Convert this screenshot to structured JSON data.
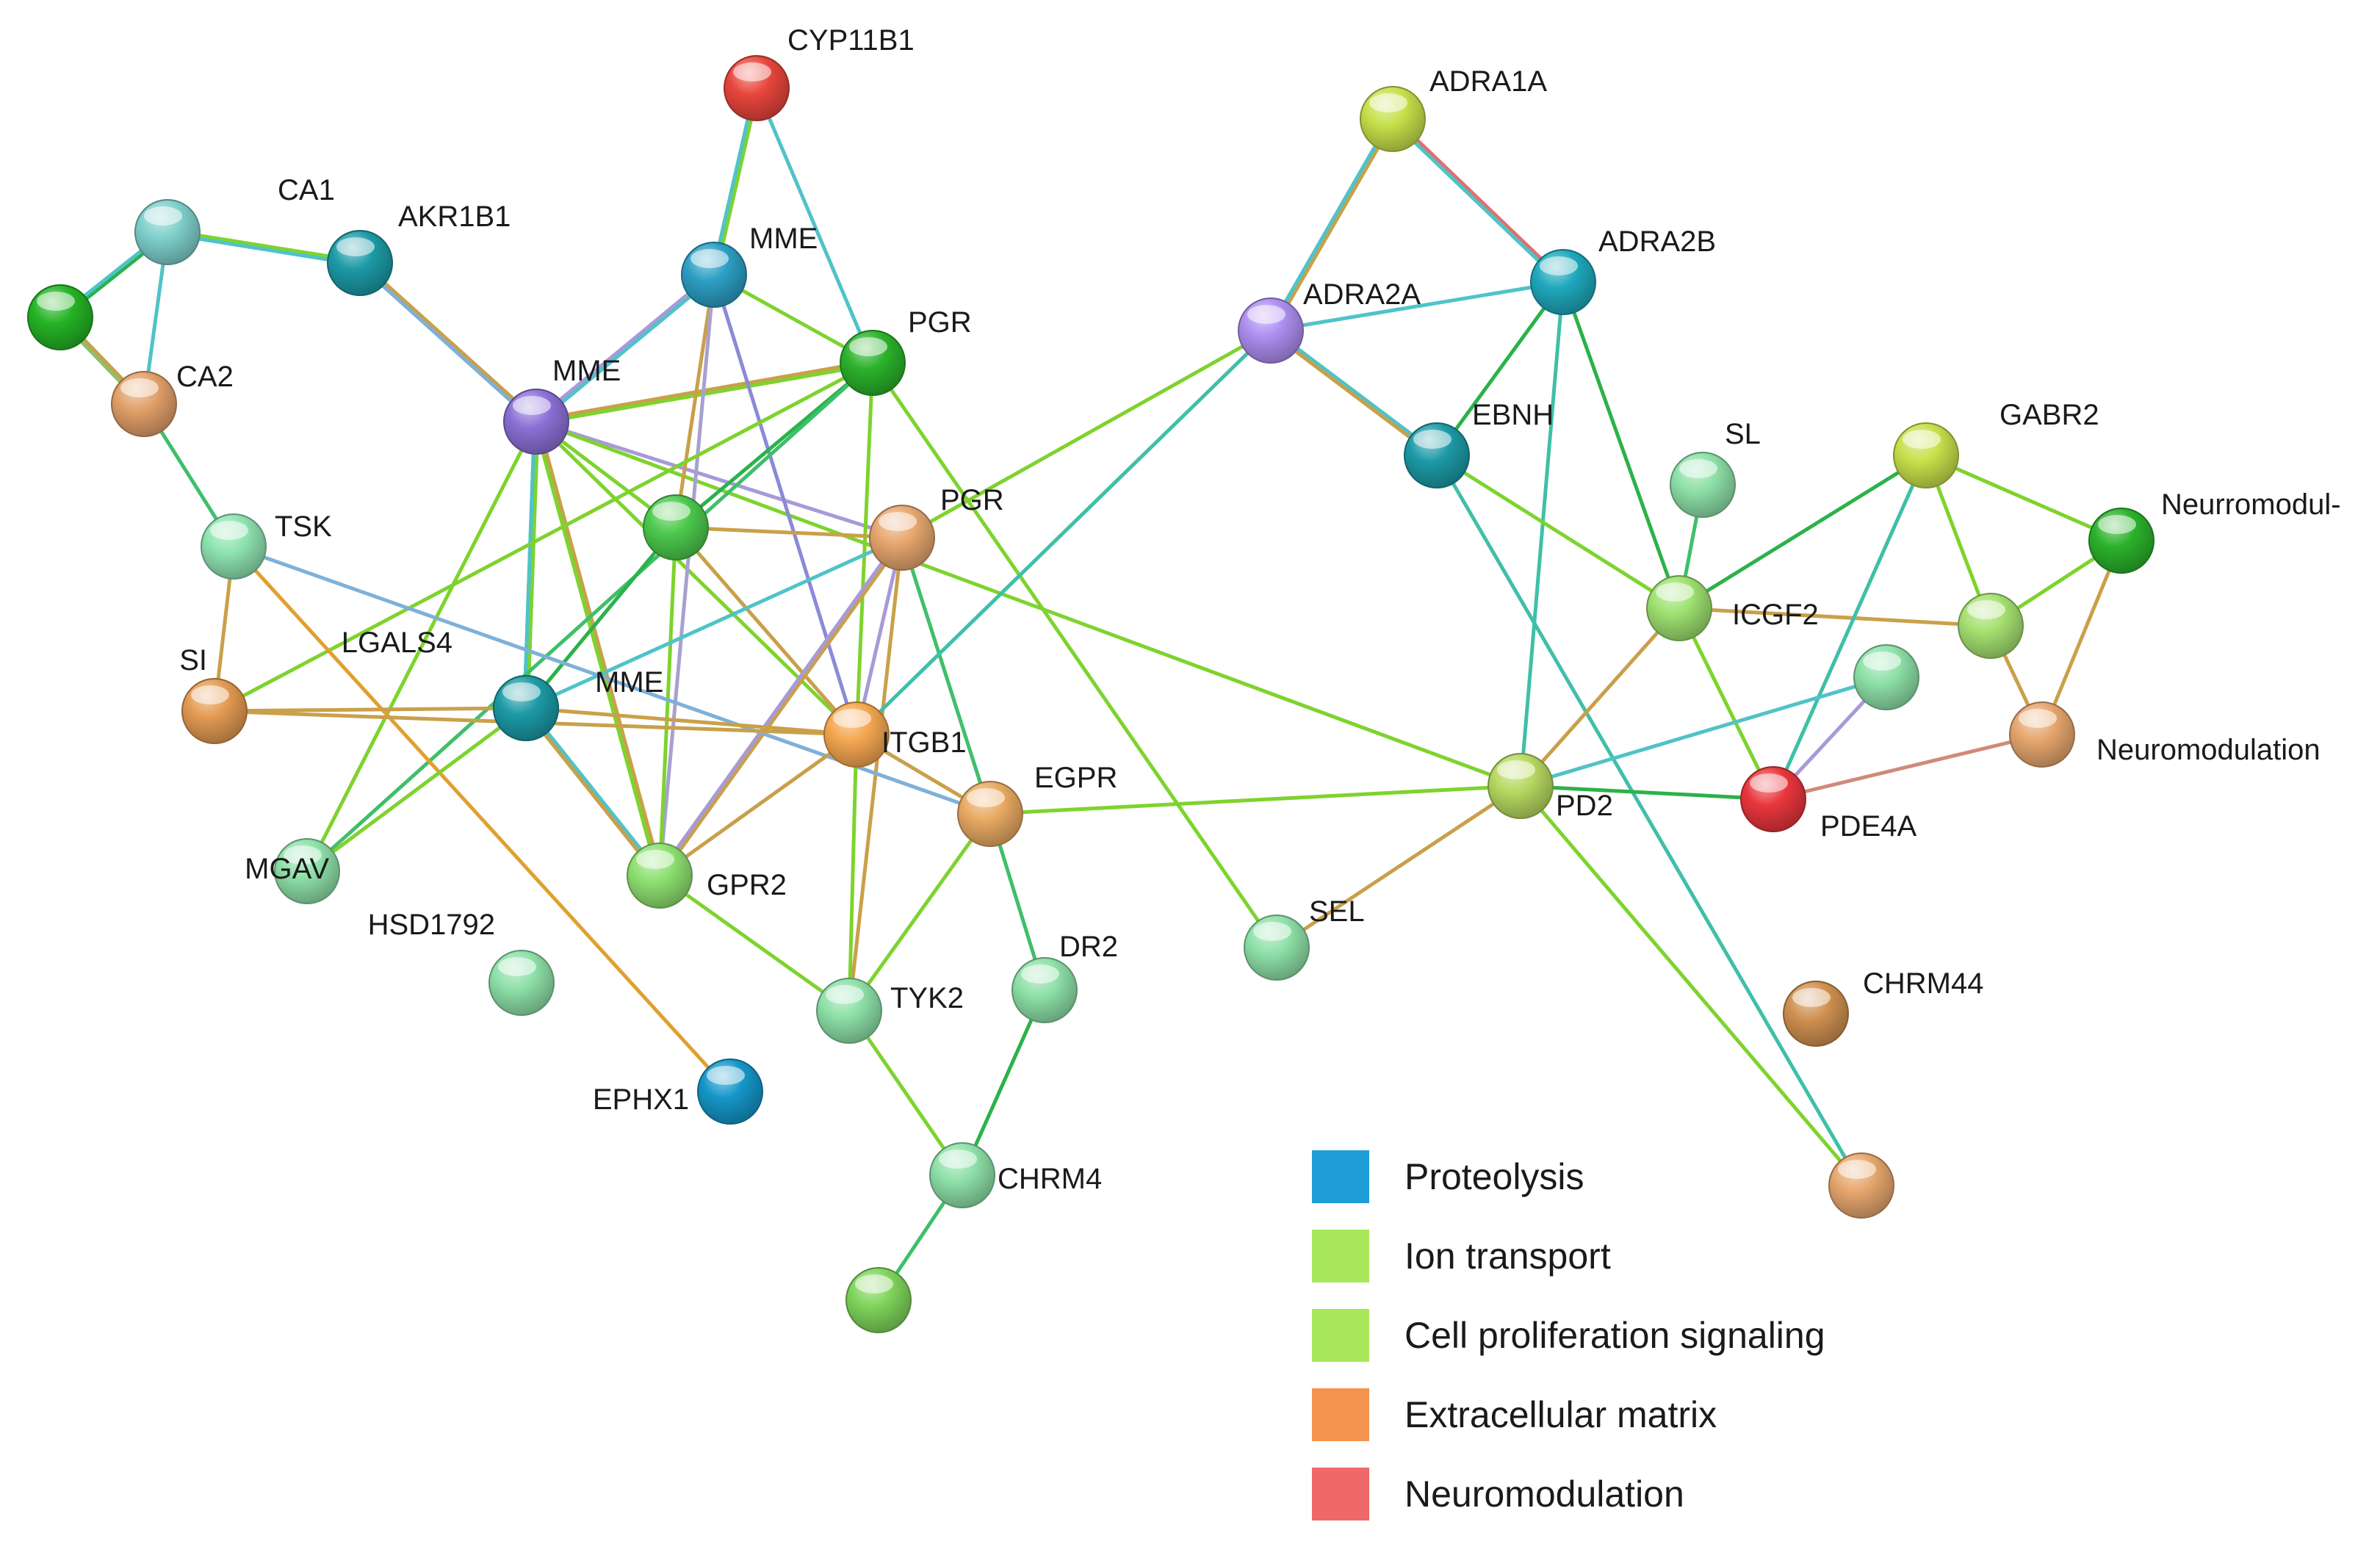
{
  "nodes": [
    {
      "id": "n_cyp11b1",
      "label": "CYP11B1",
      "color": "#e8463c"
    },
    {
      "id": "n_ca1",
      "label": "CA1",
      "color": "#7fd0cb"
    },
    {
      "id": "n_akr1b1",
      "label": "AKR1B1",
      "color": "#1c9aa6"
    },
    {
      "id": "n_green_left",
      "label": "",
      "color": "#24b324"
    },
    {
      "id": "n_ca2",
      "label": "CA2",
      "color": "#e2a06a"
    },
    {
      "id": "n_mme_top",
      "label": "MME",
      "color": "#2c9fc4"
    },
    {
      "id": "n_pgr_top",
      "label": "PGR",
      "color": "#2bb22b"
    },
    {
      "id": "n_mme_purple",
      "label": "MME",
      "color": "#8c70d6"
    },
    {
      "id": "n_tsk",
      "label": "TSK",
      "color": "#8ee3b0"
    },
    {
      "id": "n_center_green",
      "label": "",
      "color": "#4cc94c"
    },
    {
      "id": "n_pgr_orange",
      "label": "PGR",
      "color": "#e6a66e"
    },
    {
      "id": "n_si",
      "label": "SI",
      "color": "#e39a52"
    },
    {
      "id": "n_lgals4",
      "label": "LGALS4",
      "color": "#1c9aa6"
    },
    {
      "id": "n_mme_low",
      "label": "MME",
      "color": "#1c9aa6"
    },
    {
      "id": "n_itgb1",
      "label": "ITGB1",
      "color": "#f4a750"
    },
    {
      "id": "n_egpr",
      "label": "EGPR",
      "color": "#e8aa62"
    },
    {
      "id": "n_mgav",
      "label": "MGAV",
      "color": "#8ee0a8"
    },
    {
      "id": "n_gpr2",
      "label": "GPR2",
      "color": "#8ee070"
    },
    {
      "id": "n_hsd1792",
      "label": "HSD1792",
      "color": "#8ee0a8"
    },
    {
      "id": "n_tyk2",
      "label": "TYK2",
      "color": "#8ee0a8"
    },
    {
      "id": "n_dr2",
      "label": "DR2",
      "color": "#8ee0a8"
    },
    {
      "id": "n_ephx1",
      "label": "EPHX1",
      "color": "#1596c8"
    },
    {
      "id": "n_chrm4",
      "label": "CHRM4",
      "color": "#8ee0a8"
    },
    {
      "id": "n_bottom_green",
      "label": "",
      "color": "#7fd45c"
    },
    {
      "id": "n_adra1a",
      "label": "ADRA1A",
      "color": "#c6e04a"
    },
    {
      "id": "n_adra2a",
      "label": "ADRA2A",
      "color": "#ad8ef0"
    },
    {
      "id": "n_adra2b",
      "label": "ADRA2B",
      "color": "#1ea8bc"
    },
    {
      "id": "n_ebnh",
      "label": "EBNH",
      "color": "#1c9aa6"
    },
    {
      "id": "n_sl",
      "label": "SL",
      "color": "#8ee0a8"
    },
    {
      "id": "n_gabr2",
      "label": "GABR2",
      "color": "#c6e04a"
    },
    {
      "id": "n_neuromodul",
      "label": "Neurromodul-",
      "color": "#2bb22b"
    },
    {
      "id": "n_icgf2",
      "label": "ICGF2",
      "color": "#9de070"
    },
    {
      "id": "n_right_green",
      "label": "",
      "color": "#a5e070"
    },
    {
      "id": "n_small_green",
      "label": "",
      "color": "#8ee0a8"
    },
    {
      "id": "n_neuromodulation",
      "label": "Neuromodulation",
      "color": "#e6a66e"
    },
    {
      "id": "n_pd2",
      "label": "PD2",
      "color": "#b6d860"
    },
    {
      "id": "n_pde4a",
      "label": "PDE4A",
      "color": "#e8363c"
    },
    {
      "id": "n_sel",
      "label": "SEL",
      "color": "#8ee0a8"
    },
    {
      "id": "n_chrm44",
      "label": "CHRM44",
      "color": "#cf9050"
    },
    {
      "id": "n_bottom_orange",
      "label": "",
      "color": "#e6a66e"
    }
  ],
  "edges": [
    [
      "n_cyp11b1",
      "n_mme_top",
      [
        "#7ed32e",
        "#4fc3c8"
      ]
    ],
    [
      "n_cyp11b1",
      "n_pgr_top",
      [
        "#4fc3c8"
      ]
    ],
    [
      "n_ca1",
      "n_akr1b1",
      [
        "#7ed32e",
        "#4fc3c8"
      ]
    ],
    [
      "n_ca1",
      "n_green_left",
      [
        "#2bb24a",
        "#4fc3c8"
      ]
    ],
    [
      "n_ca1",
      "n_ca2",
      [
        "#4fc3c8"
      ]
    ],
    [
      "n_green_left",
      "n_ca2",
      [
        "#c9a04a",
        "#8fbf6a"
      ]
    ],
    [
      "n_ca2",
      "n_tsk",
      [
        "#3fbf6a"
      ]
    ],
    [
      "n_akr1b1",
      "n_mme_purple",
      [
        "#c9a04a",
        "#7fb0d8"
      ]
    ],
    [
      "n_mme_purple",
      "n_mme_top",
      [
        "#a89ad8",
        "#4fc3c8"
      ]
    ],
    [
      "n_mme_purple",
      "n_pgr_top",
      [
        "#c9a04a",
        "#7ed32e"
      ]
    ],
    [
      "n_mme_purple",
      "n_center_green",
      [
        "#7ed32e"
      ]
    ],
    [
      "n_mme_purple",
      "n_pgr_orange",
      [
        "#a89ad8"
      ]
    ],
    [
      "n_mme_purple",
      "n_mme_low",
      [
        "#4fc3c8",
        "#3fbf6a"
      ]
    ],
    [
      "n_mme_purple",
      "n_lgals4",
      [
        "#7ed32e",
        "#4fc3c8"
      ]
    ],
    [
      "n_mme_purple",
      "n_mgav",
      [
        "#7ed32e"
      ]
    ],
    [
      "n_mme_purple",
      "n_gpr2",
      [
        "#c9a04a",
        "#7ed32e"
      ]
    ],
    [
      "n_mme_purple",
      "n_itgb1",
      [
        "#7ed32e"
      ]
    ],
    [
      "n_mme_purple",
      "n_pd2",
      [
        "#7ed32e"
      ]
    ],
    [
      "n_mme_top",
      "n_pgr_top",
      [
        "#7ed32e"
      ]
    ],
    [
      "n_mme_top",
      "n_center_green",
      [
        "#c9a04a"
      ]
    ],
    [
      "n_mme_top",
      "n_itgb1",
      [
        "#8a8ad8"
      ]
    ],
    [
      "n_mme_top",
      "n_gpr2",
      [
        "#a8a0d0"
      ]
    ],
    [
      "n_pgr_top",
      "n_center_green",
      [
        "#2bb24a"
      ]
    ],
    [
      "n_pgr_top",
      "n_itgb1",
      [
        "#7ed32e"
      ]
    ],
    [
      "n_pgr_top",
      "n_mgav",
      [
        "#3fbf6a"
      ]
    ],
    [
      "n_pgr_top",
      "n_si",
      [
        "#7ed32e"
      ]
    ],
    [
      "n_pgr_top",
      "n_sel",
      [
        "#7ed32e"
      ]
    ],
    [
      "n_center_green",
      "n_pgr_orange",
      [
        "#c9a04a"
      ]
    ],
    [
      "n_center_green",
      "n_mme_low",
      [
        "#2bb24a"
      ]
    ],
    [
      "n_center_green",
      "n_gpr2",
      [
        "#7ed32e"
      ]
    ],
    [
      "n_center_green",
      "n_itgb1",
      [
        "#c9a04a"
      ]
    ],
    [
      "n_pgr_orange",
      "n_itgb1",
      [
        "#a89ad8"
      ]
    ],
    [
      "n_pgr_orange",
      "n_gpr2",
      [
        "#c9a04a",
        "#a89ad8"
      ]
    ],
    [
      "n_pgr_orange",
      "n_egpr",
      [
        "#3fbf6a"
      ]
    ],
    [
      "n_pgr_orange",
      "n_tyk2",
      [
        "#c9a04a"
      ]
    ],
    [
      "n_tsk",
      "n_si",
      [
        "#c9a04a"
      ]
    ],
    [
      "n_tsk",
      "n_ephx1",
      [
        "#e0a030"
      ]
    ],
    [
      "n_tsk",
      "n_egpr",
      [
        "#7fb0d8"
      ]
    ],
    [
      "n_si",
      "n_mme_low",
      [
        "#c9a04a"
      ]
    ],
    [
      "n_si",
      "n_itgb1",
      [
        "#c9a04a"
      ]
    ],
    [
      "n_mme_low",
      "n_gpr2",
      [
        "#4fc3c8",
        "#c9a04a"
      ]
    ],
    [
      "n_mme_low",
      "n_mgav",
      [
        "#7ed32e"
      ]
    ],
    [
      "n_mme_low",
      "n_itgb1",
      [
        "#c9a04a"
      ]
    ],
    [
      "n_itgb1",
      "n_gpr2",
      [
        "#c9a04a"
      ]
    ],
    [
      "n_itgb1",
      "n_egpr",
      [
        "#c9a04a"
      ]
    ],
    [
      "n_itgb1",
      "n_tyk2",
      [
        "#7ed32e"
      ]
    ],
    [
      "n_itgb1",
      "n_adra2a",
      [
        "#3fbfa8"
      ]
    ],
    [
      "n_egpr",
      "n_tyk2",
      [
        "#7ed32e"
      ]
    ],
    [
      "n_egpr",
      "n_dr2",
      [
        "#3fbf6a"
      ]
    ],
    [
      "n_egpr",
      "n_pd2",
      [
        "#7ed32e"
      ]
    ],
    [
      "n_gpr2",
      "n_tyk2",
      [
        "#7ed32e"
      ]
    ],
    [
      "n_tyk2",
      "n_chrm4",
      [
        "#7ed32e"
      ]
    ],
    [
      "n_dr2",
      "n_chrm4",
      [
        "#2bb24a"
      ]
    ],
    [
      "n_chrm4",
      "n_bottom_green",
      [
        "#3fbf6a"
      ]
    ],
    [
      "n_lgals4",
      "n_pgr_orange",
      [
        "#4fc3c8"
      ]
    ],
    [
      "n_pgr_orange",
      "n_adra2a",
      [
        "#7ed32e"
      ]
    ],
    [
      "n_adra1a",
      "n_adra2a",
      [
        "#c9a04a",
        "#4fc3c8"
      ]
    ],
    [
      "n_adra1a",
      "n_adra2b",
      [
        "#e07070",
        "#4fc3c8"
      ]
    ],
    [
      "n_adra2a",
      "n_adra2b",
      [
        "#4fc3c8"
      ]
    ],
    [
      "n_adra2a",
      "n_ebnh",
      [
        "#4fc3c8",
        "#c9a04a"
      ]
    ],
    [
      "n_adra2b",
      "n_ebnh",
      [
        "#2bb24a"
      ]
    ],
    [
      "n_adra2b",
      "n_pd2",
      [
        "#3fbfa8"
      ]
    ],
    [
      "n_adra2b",
      "n_icgf2",
      [
        "#2bb24a"
      ]
    ],
    [
      "n_ebnh",
      "n_icgf2",
      [
        "#7ed32e"
      ]
    ],
    [
      "n_ebnh",
      "n_bottom_orange",
      [
        "#3fbfa8"
      ]
    ],
    [
      "n_sl",
      "n_icgf2",
      [
        "#3fbf6a"
      ]
    ],
    [
      "n_icgf2",
      "n_pd2",
      [
        "#c9a04a"
      ]
    ],
    [
      "n_icgf2",
      "n_gabr2",
      [
        "#2bb24a"
      ]
    ],
    [
      "n_icgf2",
      "n_right_green",
      [
        "#c9a04a"
      ]
    ],
    [
      "n_icgf2",
      "n_pde4a",
      [
        "#7ed32e"
      ]
    ],
    [
      "n_gabr2",
      "n_neuromodul",
      [
        "#7ed32e"
      ]
    ],
    [
      "n_gabr2",
      "n_right_green",
      [
        "#7ed32e"
      ]
    ],
    [
      "n_gabr2",
      "n_pde4a",
      [
        "#3fbfa8"
      ]
    ],
    [
      "n_neuromodul",
      "n_right_green",
      [
        "#7ed32e"
      ]
    ],
    [
      "n_neuromodul",
      "n_neuromodulation",
      [
        "#c9a04a"
      ]
    ],
    [
      "n_right_green",
      "n_neuromodulation",
      [
        "#c9a04a"
      ]
    ],
    [
      "n_small_green",
      "n_pde4a",
      [
        "#a89ad8"
      ]
    ],
    [
      "n_pd2",
      "n_small_green",
      [
        "#4fc3c8"
      ]
    ],
    [
      "n_pd2",
      "n_pde4a",
      [
        "#2bb24a"
      ]
    ],
    [
      "n_pd2",
      "n_sel",
      [
        "#c9a04a"
      ]
    ],
    [
      "n_pd2",
      "n_bottom_orange",
      [
        "#7ed32e"
      ]
    ],
    [
      "n_pde4a",
      "n_neuromodulation",
      [
        "#d08a7a"
      ]
    ]
  ],
  "legend": [
    {
      "label": "Proteolysis",
      "color": "#1e9ed6"
    },
    {
      "label": "Ion transport",
      "color": "#a8e85a"
    },
    {
      "label": "Cell proliferation signaling",
      "color": "#a8e85a"
    },
    {
      "label": "Extracellular matrix",
      "color": "#f4934e"
    },
    {
      "label": "Neuromodulation",
      "color": "#f06868"
    }
  ]
}
